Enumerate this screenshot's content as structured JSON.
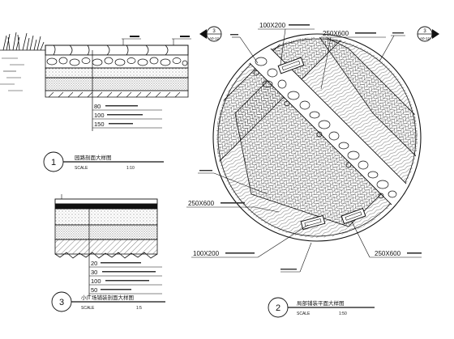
{
  "section1": {
    "callouts": [
      "80",
      "100",
      "150"
    ],
    "title": "园路剖面大样图",
    "scale_label": "SCALE",
    "scale_value": "1:10",
    "number": "1"
  },
  "section3": {
    "callouts": [
      "20",
      "30",
      "100",
      "50"
    ],
    "title": "小广场铺装剖面大样图",
    "scale_label": "SCALE",
    "scale_value": "1:5",
    "number": "3"
  },
  "plan2": {
    "callouts_top": [
      "100X200",
      "250X600"
    ],
    "callouts_mid": [
      "250X600"
    ],
    "callouts_bottom": [
      "100X200",
      "250X600"
    ],
    "title": "局部铺装平面大样图",
    "scale_label": "SCALE",
    "scale_value": "1:50",
    "number": "2",
    "ref_left": {
      "top": "3",
      "bottom": "A0-12"
    },
    "ref_right": {
      "top": "3",
      "bottom": "A0-12"
    }
  }
}
